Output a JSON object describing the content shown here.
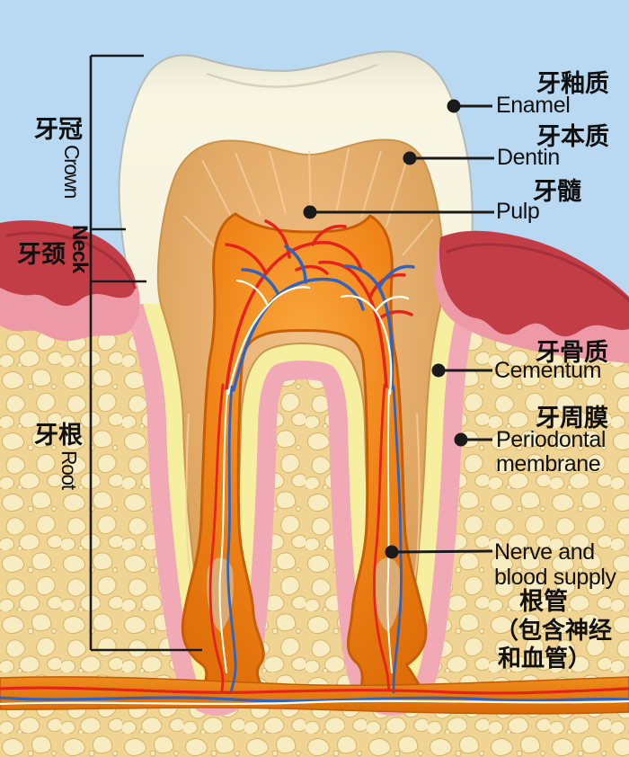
{
  "figure": {
    "description": "Cross-section diagram of a molar tooth in jaw bone with bilingual anatomy labels"
  },
  "palette": {
    "sky": "#b9d8f1",
    "enamel": "#f8f5e1",
    "enamel-edge": "#b4bab6",
    "dentin": "#e3ab68",
    "dentin-edge": "#c9954d",
    "pulp": "#ef8414",
    "pulp-edge": "#c75e06",
    "cementum": "#f5ef9f",
    "periodontal": "#f2a9b6",
    "bone-base": "#efd494",
    "bone-blob": "#f8ecc2",
    "bone-blob-edge": "#d8b468",
    "gum-dark": "#c23d46",
    "gum-darker": "#a5303a",
    "gum-pink": "#ee9aa6",
    "vessel-red": "#e5231b",
    "vessel-blue": "#2f63bf",
    "vessel-white": "#fdfdf0",
    "line": "#1a1a1a",
    "text": "#111111"
  },
  "labels": {
    "enamel": {
      "zh": "牙釉质",
      "en": "Enamel"
    },
    "dentin": {
      "zh": "牙本质",
      "en": "Dentin"
    },
    "pulp": {
      "zh": "牙髓",
      "en": "Pulp"
    },
    "cementum": {
      "zh": "牙骨质",
      "en": "Cementum"
    },
    "periodontal": {
      "zh": "牙周膜",
      "en": "Periodontal\nmembrane"
    },
    "nerve": {
      "en": "Nerve and\nblood supply",
      "zh": "根管",
      "note1": "（包含神经",
      "note2": "和血管）"
    },
    "crown": {
      "zh": "牙冠",
      "en": "Crown"
    },
    "neck": {
      "zh": "牙颈",
      "en": "Neck"
    },
    "root": {
      "zh": "牙根",
      "en": "Root"
    }
  }
}
